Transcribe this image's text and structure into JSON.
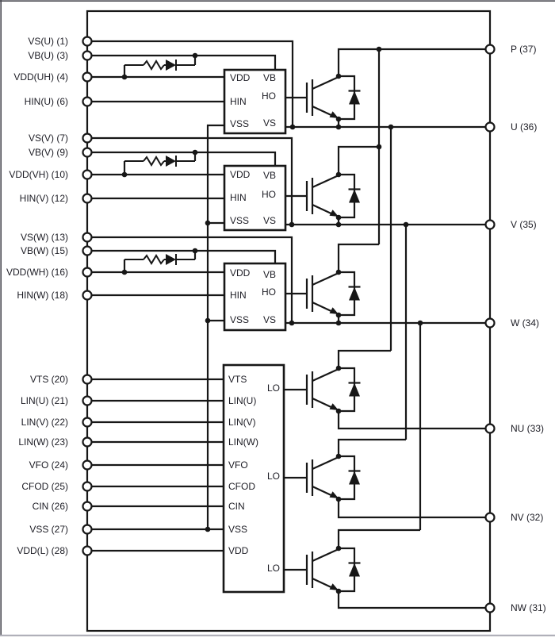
{
  "pins": {
    "left": [
      "VS(U) (1)",
      "VB(U) (3)",
      "VDD(UH) (4)",
      "HIN(U) (6)",
      "VS(V) (7)",
      "VB(V) (9)",
      "VDD(VH) (10)",
      "HIN(V) (12)",
      "VS(W) (13)",
      "VB(W) (15)",
      "VDD(WH) (16)",
      "HIN(W) (18)",
      "VTS (20)",
      "LIN(U) (21)",
      "LIN(V) (22)",
      "LIN(W) (23)",
      "VFO (24)",
      "CFOD (25)",
      "CIN (26)",
      "VSS (27)",
      "VDD(L) (28)"
    ],
    "right": [
      "P (37)",
      "U (36)",
      "V (35)",
      "W (34)",
      "NU (33)",
      "NV (32)",
      "NW (31)"
    ]
  },
  "blocks": {
    "u_driver": {
      "inputs": [
        "VDD",
        "HIN",
        "VSS"
      ],
      "outputs": [
        "VB",
        "HO",
        "VS"
      ]
    },
    "v_driver": {
      "inputs": [
        "VDD",
        "HIN",
        "VSS"
      ],
      "outputs": [
        "VB",
        "HO",
        "VS"
      ]
    },
    "w_driver": {
      "inputs": [
        "VDD",
        "HIN",
        "VSS"
      ],
      "outputs": [
        "VB",
        "HO",
        "VS"
      ]
    },
    "low_driver": {
      "inputs": [
        "VTS",
        "LIN(U)",
        "LIN(V)",
        "LIN(W)",
        "VFO",
        "CFOD",
        "CIN",
        "VSS",
        "VDD"
      ],
      "outputs": [
        "LO",
        "LO",
        "LO"
      ]
    }
  },
  "colors": {
    "line": "#171717",
    "text": "#1c1c24",
    "background": "#ffffff"
  }
}
